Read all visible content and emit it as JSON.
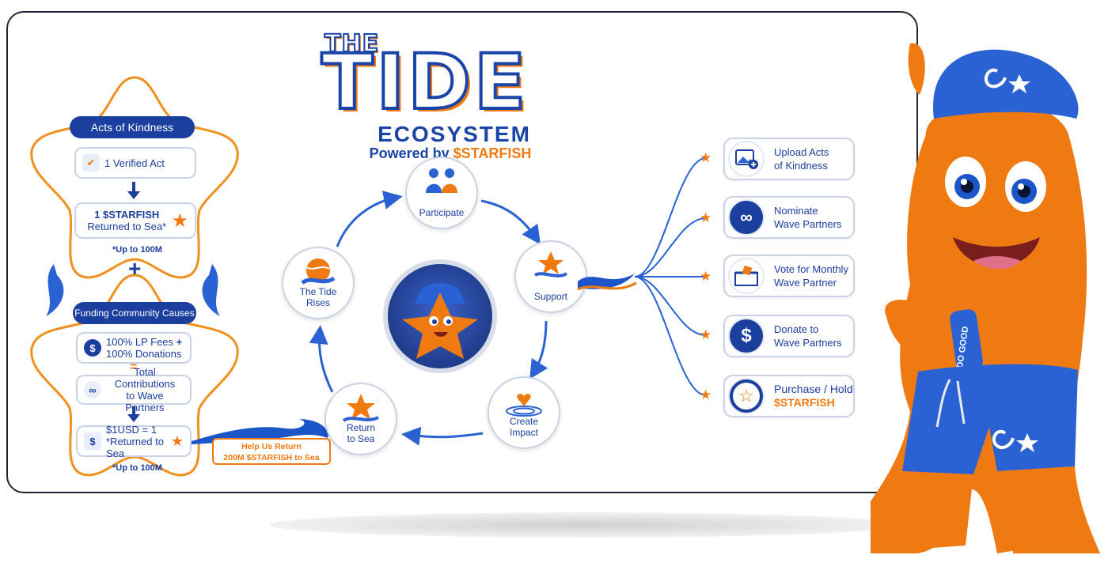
{
  "title": {
    "the": "THE",
    "tide": "TIDE",
    "ecosystem": "ECOSYSTEM",
    "powered_prefix": "Powered by",
    "powered_token": "$STARFISH"
  },
  "left_panel": {
    "kindness": {
      "header": "Acts of Kindness",
      "verified": "1 Verified Act",
      "returned_line1": "1 $STARFISH",
      "returned_line2": "Returned to Sea*",
      "note": "*Up to 100M"
    },
    "plus": "+",
    "funding": {
      "header": "Funding Community Causes",
      "fees_line1": "100% LP Fees",
      "fees_plus": "+",
      "fees_line2": "100% Donations",
      "equals": "=",
      "total_line1": "Total Contributions",
      "total_line2": "to Wave Partners",
      "usd_line1": "$1USD = 1",
      "usd_line2": "*Returned to Sea",
      "note": "*Up to 100M"
    }
  },
  "callout": {
    "line1": "Help Us Return",
    "line2": "200M $STARFISH to Sea"
  },
  "cycle": {
    "participate": "Participate",
    "support": "Support",
    "create_line1": "Create",
    "create_line2": "Impact",
    "return_line1": "Return",
    "return_line2": "to Sea",
    "rises_line1": "The Tide",
    "rises_line2": "Rises"
  },
  "actions": [
    {
      "line1": "Upload Acts",
      "line2": "of Kindness",
      "icon": "image-upload-icon"
    },
    {
      "line1": "Nominate",
      "line2": "Wave Partners",
      "icon": "wave-logo-icon"
    },
    {
      "line1": "Vote for Monthly",
      "line2": "Wave Partner",
      "icon": "ballot-box-icon"
    },
    {
      "line1": "Donate to",
      "line2": "Wave Partners",
      "icon": "dollar-icon"
    },
    {
      "line1": "Purchase / Hold",
      "line2": "$STARFISH",
      "icon": "starfish-coin-icon"
    }
  ],
  "mascot": {
    "wristband": "DO GOOD"
  },
  "colors": {
    "brand_blue": "#1b3f9e",
    "brand_orange": "#f07a12",
    "border": "#c9d3e6"
  }
}
